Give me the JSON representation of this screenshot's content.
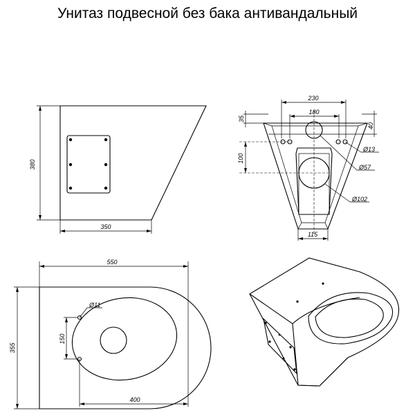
{
  "title": "Унитаз подвесной без бака антивандальный",
  "dimensions": {
    "side_height": "380",
    "side_depth": "350",
    "front_top_width": "230",
    "front_bolt_spacing": "180",
    "front_top_offset": "35",
    "front_top_thickness": "40",
    "front_outlet_height": "100",
    "front_hole_diameter": "Ø13",
    "front_inlet_diameter": "Ø57",
    "front_outlet_diameter": "Ø102",
    "front_bottom_width": "115",
    "plan_length": "550",
    "plan_width": "355",
    "plan_hole_diameter": "Ø11",
    "plan_hole_spacing": "150",
    "plan_hole_offset": "400"
  }
}
